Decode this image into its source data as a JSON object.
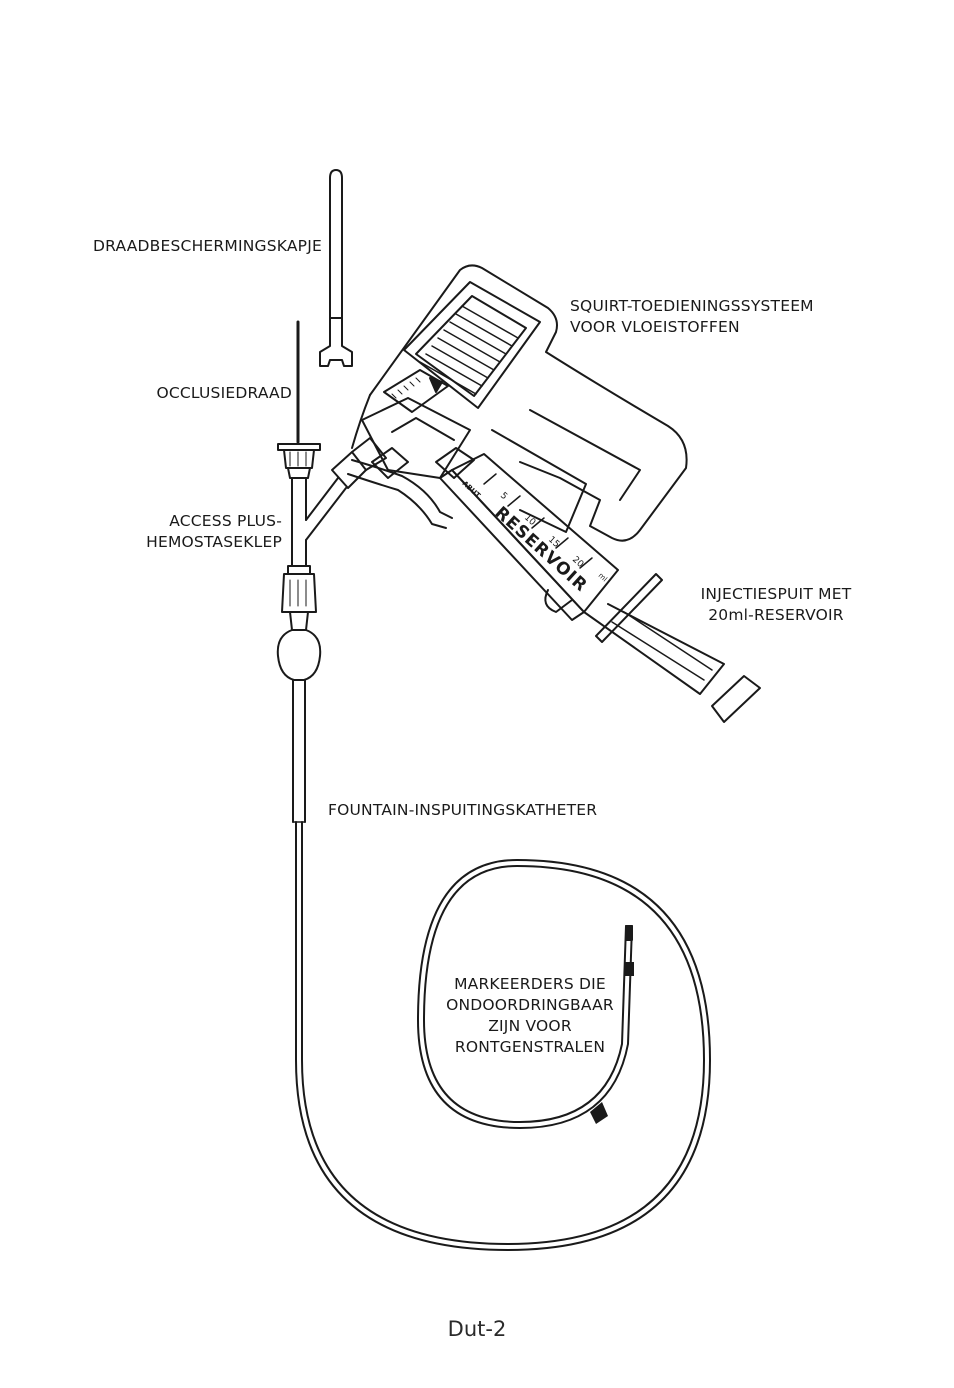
{
  "labels": {
    "wire_cap": "DRAADBESCHERMINGSKAPJE",
    "squirt_line1": "SQUIRT-TOEDIENINGSSYSTEEM",
    "squirt_line2": "VOOR VLOEISTOFFEN",
    "occlusion_wire": "OCCLUSIEDRAAD",
    "access_line1": "ACCESS PLUS-",
    "access_line2": "HEMOSTASEKLEP",
    "syringe_line1": "INJECTIESPUIT MET",
    "syringe_line2": "20ml-RESERVOIR",
    "catheter": "FOUNTAIN-INSPUITINGSKATHETER",
    "markers_line1": "MARKEERDERS DIE",
    "markers_line2": "ONDOORDRINGBAAR",
    "markers_line3": "ZIJN VOOR",
    "markers_line4": "RONTGENSTRALEN"
  },
  "syringe": {
    "word": "RESERVOIR",
    "scale": [
      "5",
      "10",
      "15",
      "20"
    ],
    "unit": "ml",
    "tip_text": "ABUT"
  },
  "page_number": "Dut-2"
}
